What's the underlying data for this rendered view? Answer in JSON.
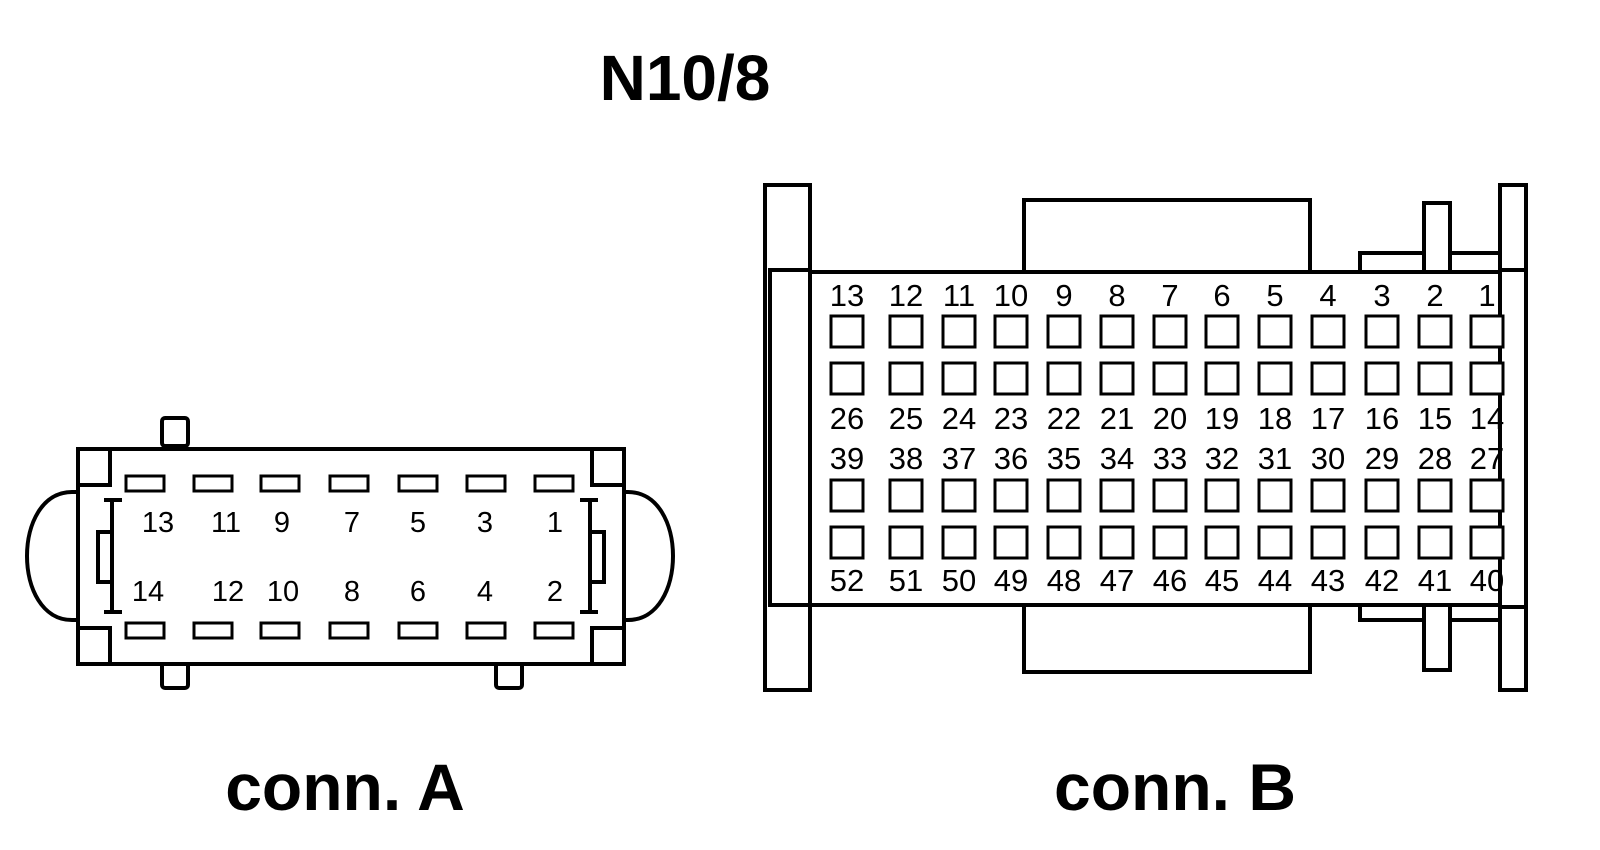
{
  "title": "N10/8",
  "connector_a": {
    "caption": "conn. A",
    "top_row": [
      "13",
      "11",
      "9",
      "7",
      "5",
      "3",
      "1"
    ],
    "bottom_row": [
      "14",
      "12",
      "10",
      "8",
      "6",
      "4",
      "2"
    ]
  },
  "connector_b": {
    "caption": "conn. B",
    "row1": [
      "13",
      "12",
      "11",
      "10",
      "9",
      "8",
      "7",
      "6",
      "5",
      "4",
      "3",
      "2",
      "1"
    ],
    "row2": [
      "26",
      "25",
      "24",
      "23",
      "22",
      "21",
      "20",
      "19",
      "18",
      "17",
      "16",
      "15",
      "14"
    ],
    "row3": [
      "39",
      "38",
      "37",
      "36",
      "35",
      "34",
      "33",
      "32",
      "31",
      "30",
      "29",
      "28",
      "27"
    ],
    "row4": [
      "52",
      "51",
      "50",
      "49",
      "48",
      "47",
      "46",
      "45",
      "44",
      "43",
      "42",
      "41",
      "40"
    ]
  }
}
